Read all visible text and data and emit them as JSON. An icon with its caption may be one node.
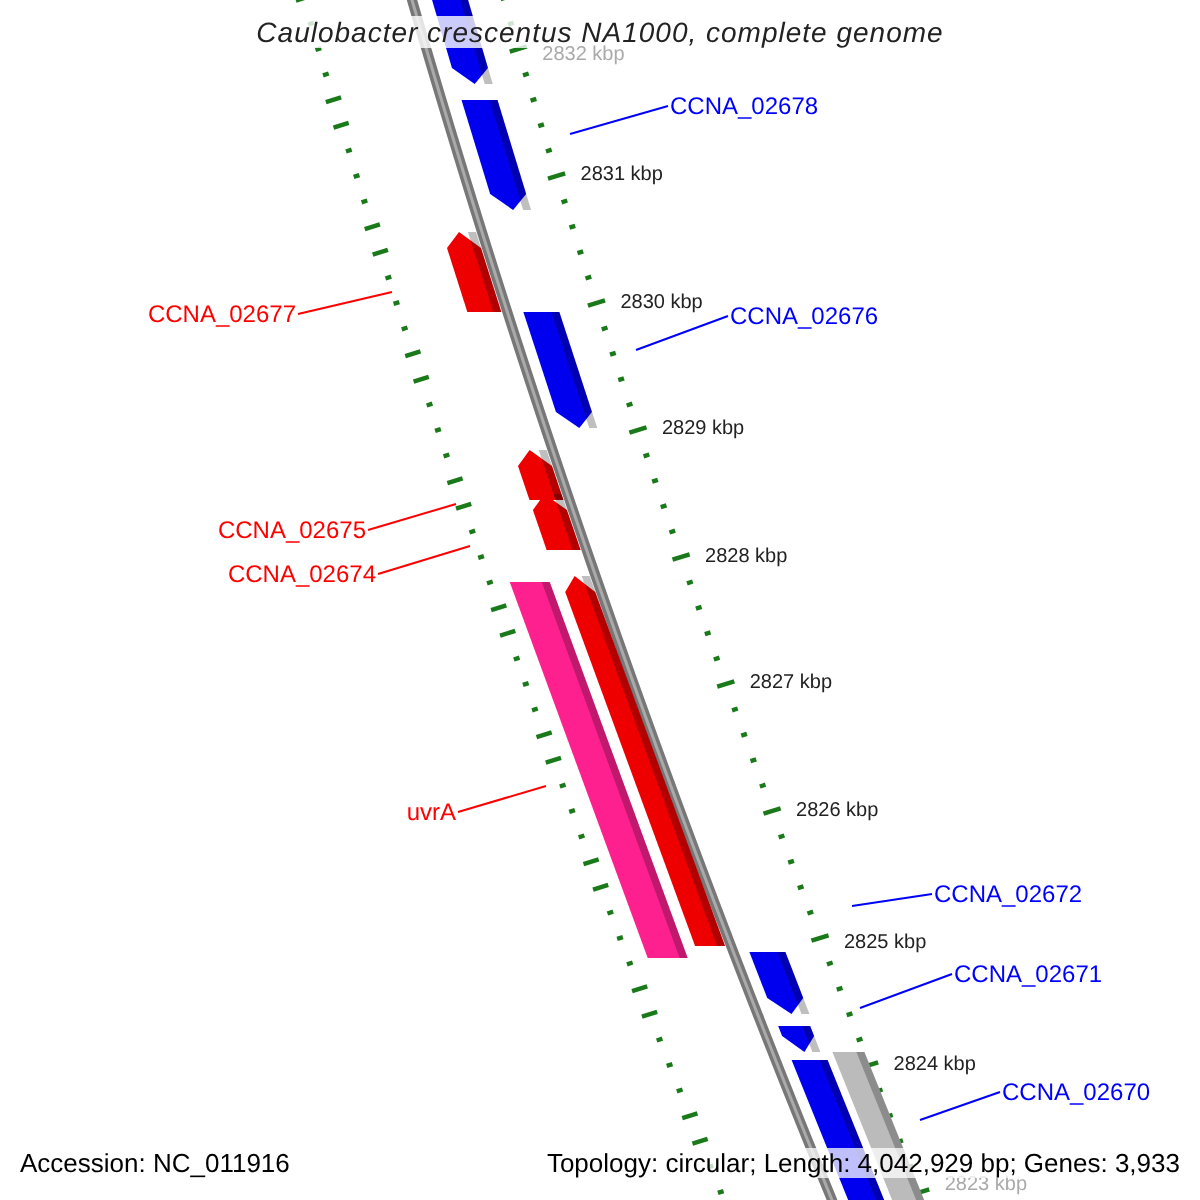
{
  "diagram": {
    "title": "Caulobacter crescentus NA1000, complete genome",
    "nodes": [
      {
        "text": [
          "CCNA_02678"
        ]
      },
      {
        "text": [
          "CCNA_02677"
        ]
      },
      {
        "text": [
          "CCNA_02676"
        ]
      },
      {
        "text": [
          "CCNA_02675"
        ]
      },
      {
        "text": [
          "CCNA_02674"
        ]
      },
      {
        "text": [
          "uvrA"
        ]
      },
      {
        "text": [
          "CCNA_02672"
        ]
      },
      {
        "text": [
          "CCNA_02671"
        ]
      },
      {
        "text": [
          "CCNA_02670"
        ]
      }
    ],
    "edges": [
      {
        "from": 0,
        "to": null,
        "arrow": "none"
      },
      {
        "from": 1,
        "to": null,
        "arrow": "none",
        "color": "#ff0000"
      },
      {
        "from": 2,
        "to": null,
        "arrow": "none"
      },
      {
        "from": 3,
        "to": null,
        "arrow": "none",
        "color": "#ff0000"
      },
      {
        "from": 4,
        "to": null,
        "arrow": "none",
        "color": "#ff0000"
      },
      {
        "from": 5,
        "to": null,
        "arrow": "none",
        "color": "#ff0000"
      },
      {
        "from": 6,
        "to": null,
        "arrow": "none"
      },
      {
        "from": 7,
        "to": null,
        "arrow": "none"
      },
      {
        "from": 8,
        "to": null,
        "arrow": "none"
      }
    ],
    "labels": [
      "2832 kbp",
      "2831 kbp",
      "2830 kbp",
      "2829 kbp",
      "2828 kbp",
      "2827 kbp",
      "2826 kbp",
      "2825 kbp",
      "2824 kbp",
      "2823 kbp",
      "Accession: NC_011916",
      "Topology: circular; Length: 4,042,929 bp; Genes: 3,933"
    ]
  }
}
